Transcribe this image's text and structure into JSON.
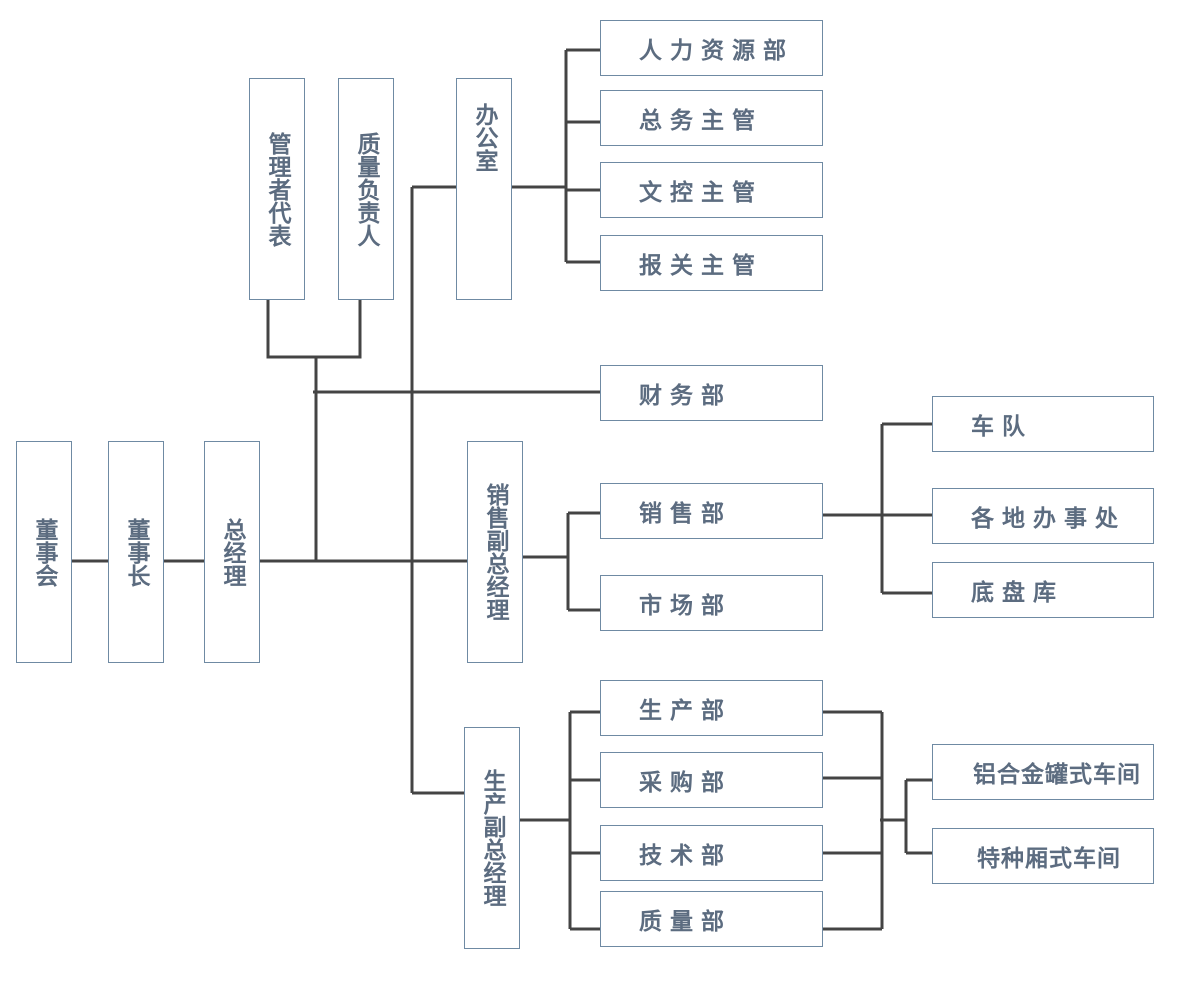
{
  "board": "董事会",
  "chairman": "董事长",
  "gm": "总经理",
  "mgmt_rep": "管理者代表",
  "quality_head": "质量负责人",
  "office": "办公室",
  "office_depts": [
    "人力资源部",
    "总务主管",
    "文控主管",
    "报关主管"
  ],
  "finance": "财务部",
  "sales_vp": "销售副总经理",
  "sales_dept": "销售部",
  "market_dept": "市场部",
  "sales_subs": [
    "车队",
    "各地办事处",
    "底盘库"
  ],
  "prod_vp": "生产副总经理",
  "prod_depts": [
    "生产部",
    "采购部",
    "技术部",
    "质量部"
  ],
  "workshops": [
    "铝合金罐式车间",
    "特种厢式车间"
  ]
}
